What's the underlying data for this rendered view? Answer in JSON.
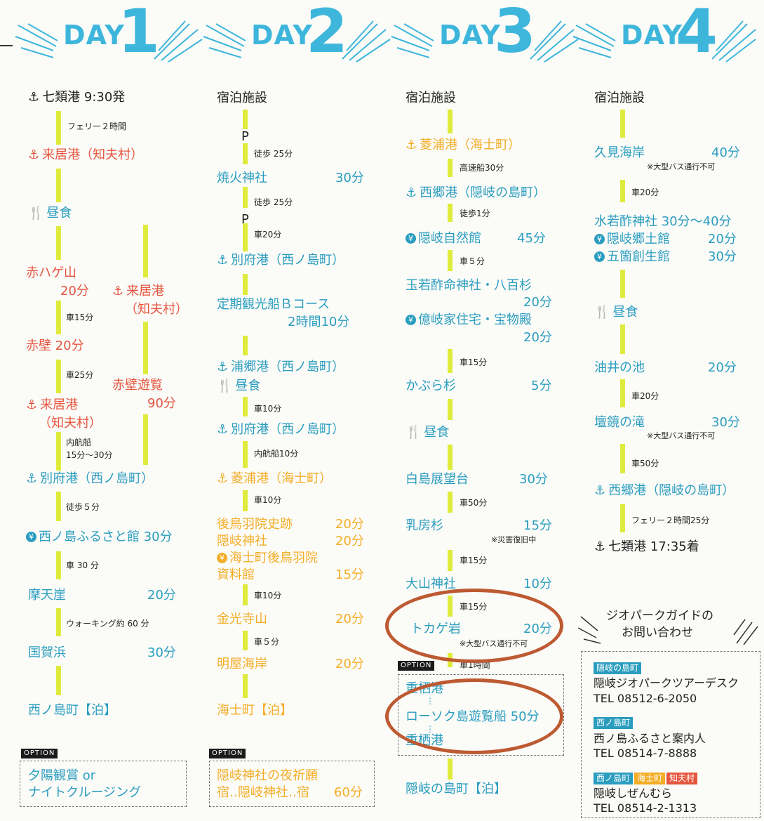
{
  "headers": {
    "day_word": "DAY",
    "d1": "1",
    "d2": "2",
    "d3": "3",
    "d4": "4"
  },
  "icons": {
    "anchor": "⚓-anchor-icon",
    "meal": "fork-knife-icon",
    "yen": "yen-icon"
  },
  "colors": {
    "accent_blue": "#2a9dbf",
    "accent_red": "#e6553e",
    "accent_orange": "#f3ad26",
    "timeline_yellow": "#dfeb3c",
    "circle_brown": "#bd5a32"
  },
  "day1": {
    "a": "七類港 9:30発",
    "b": "フェリー２時間",
    "c": "来居港（知夫村）",
    "d": "昼食",
    "e": "赤ハゲ山",
    "f": "20分",
    "g": "来居港",
    "h": "（知夫村）",
    "i": "車15分",
    "j": "赤壁 20分",
    "k": "車25分",
    "l": "赤壁遊覧",
    "m": "90分",
    "n": "来居港",
    "o": "（知夫村）",
    "p": "内航船",
    "q": "15分～30分",
    "r": "別府港（西ノ島町）",
    "s": "徒歩５分",
    "t": "西ノ島ふるさと館 30分",
    "u": "車 30 分",
    "v": "摩天崖",
    "w": "20分",
    "x": "ウォーキング約 60 分",
    "y": "国賀浜",
    "z": "30分",
    "aa": "西ノ島町【泊】",
    "opt": "OPTION",
    "opt1": "夕陽観賞 or",
    "opt2": "ナイトクルージング"
  },
  "day2": {
    "a": "宿泊施設",
    "b": "P",
    "c": "徒歩 25分",
    "d": "焼火神社",
    "e": "30分",
    "f": "徒歩 25分",
    "g": "P",
    "h": "車20分",
    "i": "別府港（西ノ島町）",
    "j": "定期観光船Ｂコース",
    "k": "2時間10分",
    "l": "浦郷港（西ノ島町）",
    "m": "昼食",
    "n": "車10分",
    "o": "別府港（西ノ島町）",
    "p": "内航船10分",
    "q": "菱浦港（海士町）",
    "r": "車10分",
    "s": "後鳥羽院史跡",
    "t": "20分",
    "u": "隠岐神社",
    "v": "20分",
    "w": "海士町後鳥羽院",
    "x": "資料館",
    "y": "15分",
    "z": "車10分",
    "aa": "金光寺山",
    "ab": "20分",
    "ac": "車５分",
    "ad": "明屋海岸",
    "ae": "20分",
    "af": "海士町【泊】",
    "opt": "OPTION",
    "opt1": "隠岐神社の夜祈願",
    "opt2": "宿‥隠岐神社‥宿",
    "opt3": "60分"
  },
  "day3": {
    "a": "宿泊施設",
    "b": "菱浦港（海士町）",
    "c": "高速船30分",
    "d": "西郷港（隠岐の島町）",
    "e": "徒歩1分",
    "f": "隠岐自然館",
    "g": "45分",
    "h": "車５分",
    "i": "玉若酢命神社・八百杉",
    "j": "20分",
    "k": "億岐家住宅・宝物殿",
    "l": "20分",
    "m": "車15分",
    "n": "かぶら杉",
    "o": "5分",
    "p": "昼食",
    "q": "白島展望台",
    "r": "30分",
    "s": "車50分",
    "t": "乳房杉",
    "u": "15分",
    "v": "※災害復旧中",
    "w": "車15分",
    "x": "大山神社",
    "y": "10分",
    "z": "車15分",
    "aa": "トカゲ岩",
    "ab": "20分",
    "ac": "※大型バス通行不可",
    "opt": "OPTION",
    "ad": "車1時間",
    "ae": "重栖港",
    "af": "ローソク島遊覧船 50分",
    "ag": "重栖港",
    "ah": "隠岐の島町【泊】"
  },
  "day4": {
    "a": "宿泊施設",
    "b": "久見海岸",
    "c": "40分",
    "d": "※大型バス通行不可",
    "e": "車20分",
    "f": "水若酢神社 30分～40分",
    "g": "隠岐郷土館",
    "h": "20分",
    "i": "五箇創生館",
    "j": "30分",
    "k": "昼食",
    "l": "油井の池",
    "m": "20分",
    "n": "車20分",
    "o": "壇鏡の滝",
    "p": "30分",
    "q": "※大型バス通行不可",
    "r": "車50分",
    "s": "西郷港（隠岐の島町）",
    "t": "フェリー２時間25分",
    "u": "七類港 17:35着"
  },
  "guide": {
    "title1": "ジオパークガイドの",
    "title2": "お問い合わせ",
    "tag1": "隠岐の島町",
    "name1": "隠岐ジオパークツアーデスク",
    "tel1": "TEL 08512-6-2050",
    "tag2": "西ノ島町",
    "name2": "西ノ島ふるさと案内人",
    "tel2": "TEL 08514-7-8888",
    "tag3a": "西ノ島町",
    "tag3b": "海士町",
    "tag3c": "知夫村",
    "name3": "隠岐しぜんむら",
    "tel3": "TEL 08514-2-1313"
  }
}
